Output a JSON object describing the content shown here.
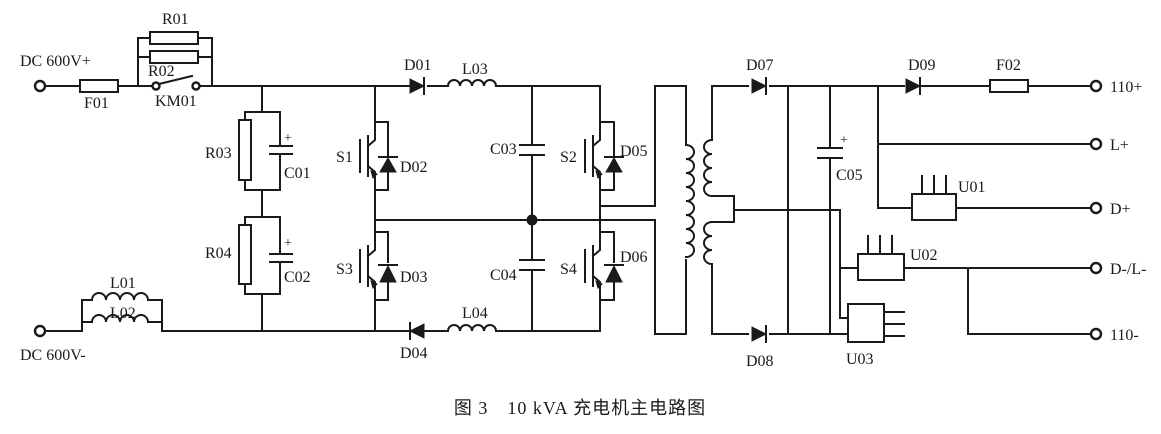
{
  "labels": {
    "dc_pos": "DC 600V+",
    "dc_neg": "DC 600V-",
    "r01": "R01",
    "r02": "R02",
    "km01": "KM01",
    "f01": "F01",
    "r03": "R03",
    "c01": "C01",
    "r04": "R04",
    "c02": "C02",
    "l01": "L01",
    "l02": "L02",
    "d01": "D01",
    "l03": "L03",
    "s1": "S1",
    "d02": "D02",
    "s3": "S3",
    "d03": "D03",
    "d04": "D04",
    "l04": "L04",
    "c03": "C03",
    "c04": "C04",
    "s2": "S2",
    "d05": "D05",
    "s4": "S4",
    "d06": "D06",
    "d07": "D07",
    "d08": "D08",
    "c05": "C05",
    "d09": "D09",
    "f02": "F02",
    "u01": "U01",
    "u02": "U02",
    "u03": "U03",
    "out_110p": "110+",
    "out_lp": "L+",
    "out_dp": "D+",
    "out_dl": "D-/L-",
    "out_110m": "110-",
    "plus": "+",
    "plus2": "+",
    "plus3": "+"
  },
  "caption": "图 3　10 kVA 充电机主电路图"
}
